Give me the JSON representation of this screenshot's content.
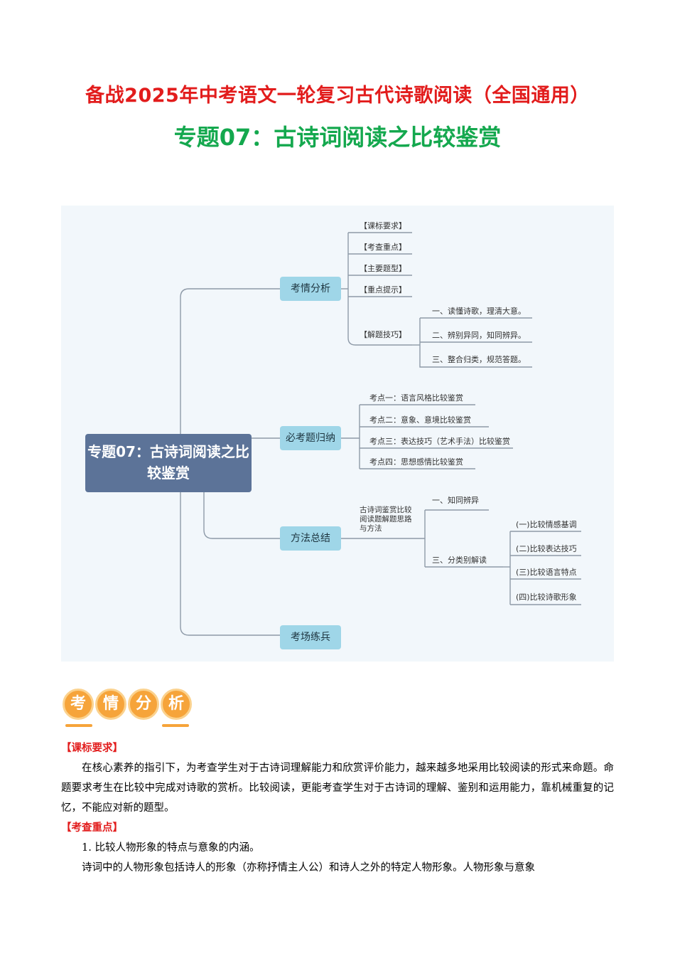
{
  "header": {
    "title_main": "备战2025年中考语文一轮复习古代诗歌阅读（全国通用）",
    "title_sub": "专题07：古诗词阅读之比较鉴赏"
  },
  "mindmap": {
    "root": "专题07：古诗词阅读之比较鉴赏",
    "branches": [
      {
        "label": "考情分析",
        "items": [
          "【课标要求】",
          "【考查重点】",
          "【主要题型】",
          "【重点提示】",
          "【解题技巧】"
        ],
        "sub": [
          "一、读懂诗歌，理清大意。",
          "二、辨别异同，知同辨异。",
          "三、整合归类，规范答题。"
        ]
      },
      {
        "label": "必考题归纳",
        "items": [
          "考点一：语言风格比较鉴赏",
          "考点二：意象、意境比较鉴赏",
          "考点三：表达技巧（艺术手法）比较鉴赏",
          "考点四：思想感情比较鉴赏"
        ]
      },
      {
        "label": "方法总结",
        "note": "古诗词鉴赏比较阅读题解题思路与方法",
        "items": [
          "一、知同辨异",
          "三、分类别解读"
        ],
        "sub": [
          "(一)比较情感基调",
          "(二)比较表达技巧",
          "(三)比较语言特点",
          "(四)比较诗歌形象"
        ]
      },
      {
        "label": "考场练兵"
      }
    ]
  },
  "section": {
    "badge": [
      "考",
      "情",
      "分",
      "析"
    ],
    "heading_1": "【课标要求】",
    "para_1": "在核心素养的指引下，为考查学生对于古诗词理解能力和欣赏评价能力，越来越多地采用比较阅读的形式来命题。命题要求考生在比较中完成对诗歌的赏析。比较阅读，更能考查学生对于古诗词的理解、鉴别和运用能力，靠机械重复的记忆，不能应对新的题型。",
    "heading_2": "【考查重点】",
    "point_1": "1. 比较人物形象的特点与意象的内涵。",
    "para_2": "诗词中的人物形象包括诗人的形象（亦称抒情主人公）和诗人之外的特定人物形象。人物形象与意象"
  },
  "colors": {
    "title_red": "#e21c1c",
    "title_green": "#14a84e",
    "root_bg": "#5c7398",
    "branch_bg": "#9fd6e8",
    "badge_orange": "#f6a43a"
  }
}
